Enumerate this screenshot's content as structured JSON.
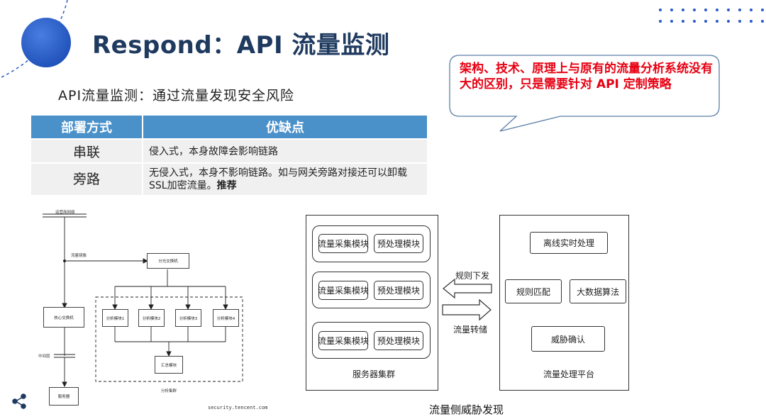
{
  "title": "Respond：API 流量监测",
  "subtitle": "API流量监测：通过流量发现安全风险",
  "callout": "架构、技术、原理上与原有的流量分析系统没有大的区别，只是需要针对 API 定制策略",
  "table": {
    "headers": [
      "部署方式",
      "优缺点"
    ],
    "rows": [
      {
        "method": "串联",
        "desc": "侵入式，本身故障会影响链路",
        "emph": ""
      },
      {
        "method": "旁路",
        "desc": "无侵入式，本身不影响链路。如与网关旁路对接还可以卸载SSL加密流量。",
        "emph": "推荐"
      }
    ]
  },
  "left_diagram": {
    "operator_network": "运营商网络",
    "mirror": "流量镜像",
    "splitter": "分光交换机",
    "core_switch": "核心交换机",
    "middle_layer": "中间层",
    "server": "服务器",
    "analysis_modules": [
      "分析模块1",
      "分析模块2",
      "分析模块3",
      "分析模块4"
    ],
    "summary": "汇总模块",
    "cluster": "分析集群",
    "watermark": "security.tencent.com"
  },
  "right_diagram": {
    "collect": "流量采集模块",
    "preprocess": "预处理模块",
    "server_cluster": "服务器集群",
    "rules_push": "规则下发",
    "traffic_store": "流量转储",
    "offline_realtime": "离线实时处理",
    "rule_match": "规则匹配",
    "big_data": "大数据算法",
    "threat_confirm": "威胁确认",
    "platform": "流量处理平台",
    "caption": "流量侧威胁发现"
  },
  "colors": {
    "title": "#1f3a5f",
    "accent_blue": "#2a5ac8",
    "table_header": "#4a90c9",
    "callout_text": "#e60012"
  },
  "icons": [
    "share-icon"
  ]
}
